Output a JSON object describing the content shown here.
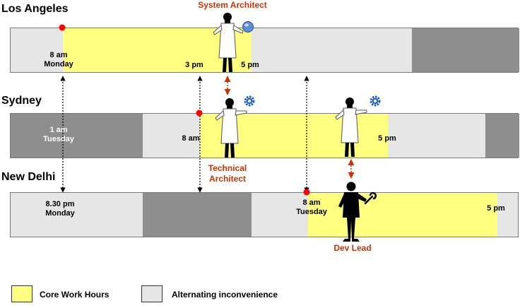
{
  "cities": {
    "la": "Los Angeles",
    "sydney": "Sydney",
    "delhi": "New Delhi"
  },
  "times": {
    "la_start": "8 am\nMonday",
    "la_3pm": "3 pm",
    "la_end": "5 pm",
    "syd_1am": "1 am\nTuesday",
    "syd_start": "8 am",
    "syd_end": "5 pm",
    "del_830": "8.30 pm\nMonday",
    "del_start": "8 am\nTuesday",
    "del_end": "5 pm"
  },
  "roles": {
    "system_architect": "System Architect",
    "technical_architect": "Technical\nArchitect",
    "dev_lead": "Dev Lead"
  },
  "legend": {
    "core": "Core Work Hours",
    "alternating": "Alternating inconvenience"
  },
  "colors": {
    "core": "#ffff80",
    "alternating": "#e6e6e6",
    "off_hours": "#8e8e8e",
    "role_text": "#cc3300",
    "marker": "#ff0000",
    "gear": "#1f5fbf"
  },
  "icons": [
    "person-figure-icon",
    "globe-icon",
    "gear-icon",
    "wrench-icon"
  ]
}
